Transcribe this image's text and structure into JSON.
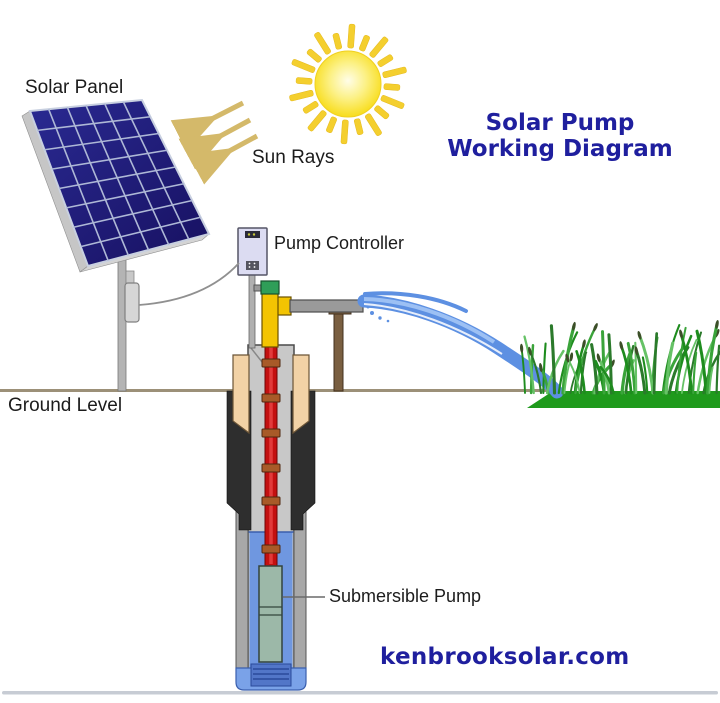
{
  "title": {
    "line1": "Solar Pump",
    "line2": "Working Diagram"
  },
  "labels": {
    "solar_panel": "Solar Panel",
    "sun_rays": "Sun Rays",
    "pump_controller": "Pump Controller",
    "ground_level": "Ground Level",
    "submersible_pump": "Submersible Pump"
  },
  "footer": {
    "website": "kenbrooksolar.com"
  },
  "colors": {
    "title_navy": "#1f1f9e",
    "sun_core": "#fffbd8",
    "sun_edge": "#f8d808",
    "sun_ray": "#f4cf2e",
    "arrow_tan": "#d4b96a",
    "panel_cell_navy": "#1d1870",
    "panel_grid_line": "#aeb8d6",
    "water_stream_blue": "#5d90e2",
    "well_water_blue": "#6f97e0",
    "pipe_red": "#c41010",
    "pipe_yellow": "#f3c402",
    "valve_green": "#2f9e58",
    "casing_tan": "#f2d2a6",
    "casing_black": "#2e2e2e",
    "casing_gray": "#c8c8c8",
    "pump_sage": "#9cb8a8",
    "grass_green": "#1f9a1c",
    "ground_line_tan": "#9c9078",
    "controller_lavender": "#dcdcf2",
    "post_brown": "#7a5f41"
  }
}
